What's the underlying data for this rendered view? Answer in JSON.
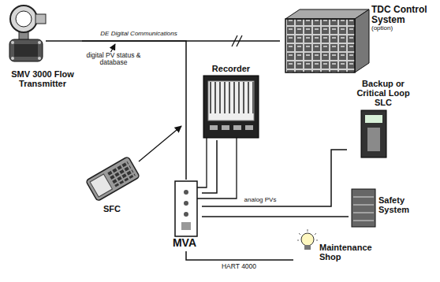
{
  "diagram": {
    "nodes": [
      {
        "text": [
          "SMV 3000 Flow Transmitter"
        ]
      },
      {
        "text": [
          "TDC Control System",
          "(option)"
        ]
      },
      {
        "text": [
          "Recorder"
        ]
      },
      {
        "text": [
          "Backup or Critical Loop SLC"
        ]
      },
      {
        "text": [
          "SFC"
        ]
      },
      {
        "text": [
          "MVA"
        ]
      },
      {
        "text": [
          "Safety System"
        ]
      },
      {
        "text": [
          "Maintenance Shop"
        ]
      }
    ],
    "edges": [
      {
        "from": 0,
        "to": 1,
        "arrow": "none",
        "label": "DE Digital Communications"
      },
      {
        "from": 0,
        "to": 5,
        "arrow": "none"
      },
      {
        "from": 5,
        "to": 2,
        "arrow": "none"
      },
      {
        "from": 5,
        "to": 3,
        "arrow": "none",
        "label": "analog PVs"
      },
      {
        "from": 5,
        "to": 6,
        "arrow": "none"
      },
      {
        "from": 5,
        "to": 7,
        "arrow": "none"
      }
    ],
    "labels": [
      "digital PV status & database",
      "HART 4000"
    ]
  }
}
